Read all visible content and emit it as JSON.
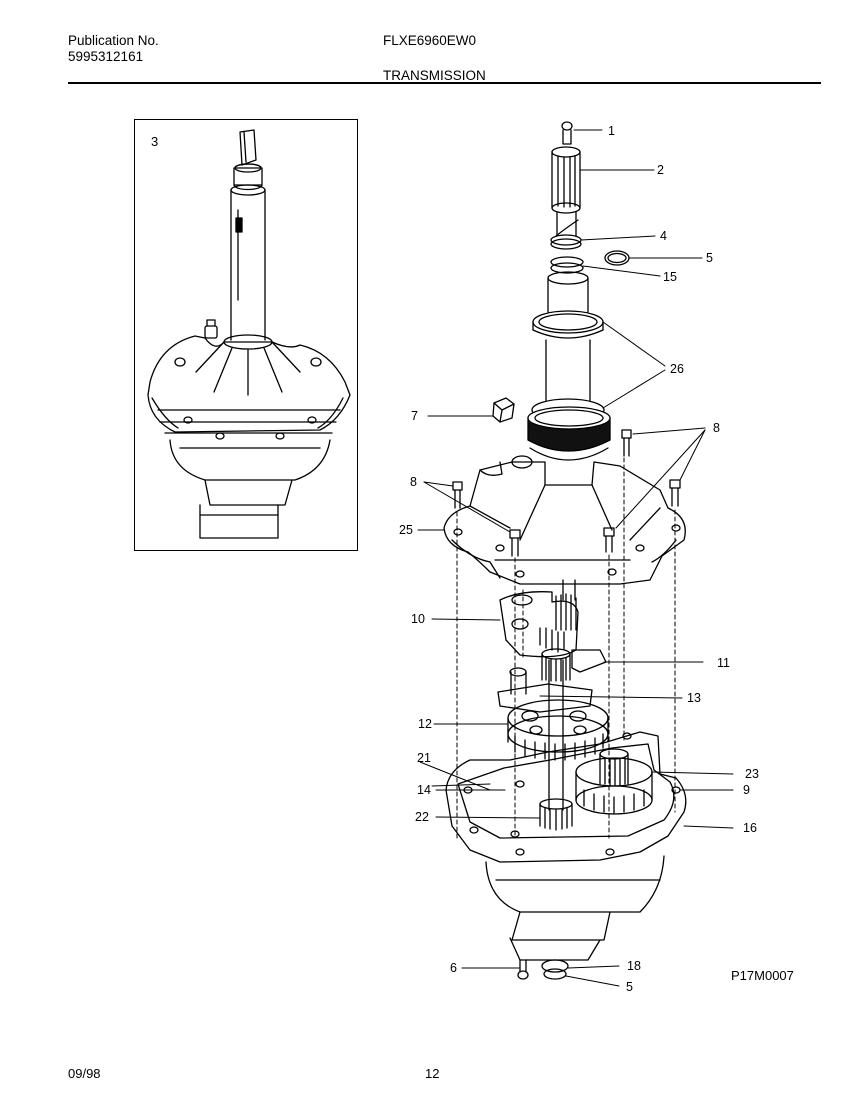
{
  "header": {
    "publication_label": "Publication No.",
    "publication_number": "5995312161",
    "model": "FLXE6960EW0",
    "section_title": "TRANSMISSION"
  },
  "inset": {
    "callout": "3"
  },
  "callouts": [
    "1",
    "2",
    "4",
    "5",
    "15",
    "26",
    "7",
    "8",
    "8",
    "25",
    "10",
    "11",
    "13",
    "12",
    "21",
    "14",
    "22",
    "23",
    "9",
    "16",
    "6",
    "18",
    "5"
  ],
  "drawing_code": "P17M0007",
  "footer": {
    "date": "09/98",
    "page": "12"
  }
}
